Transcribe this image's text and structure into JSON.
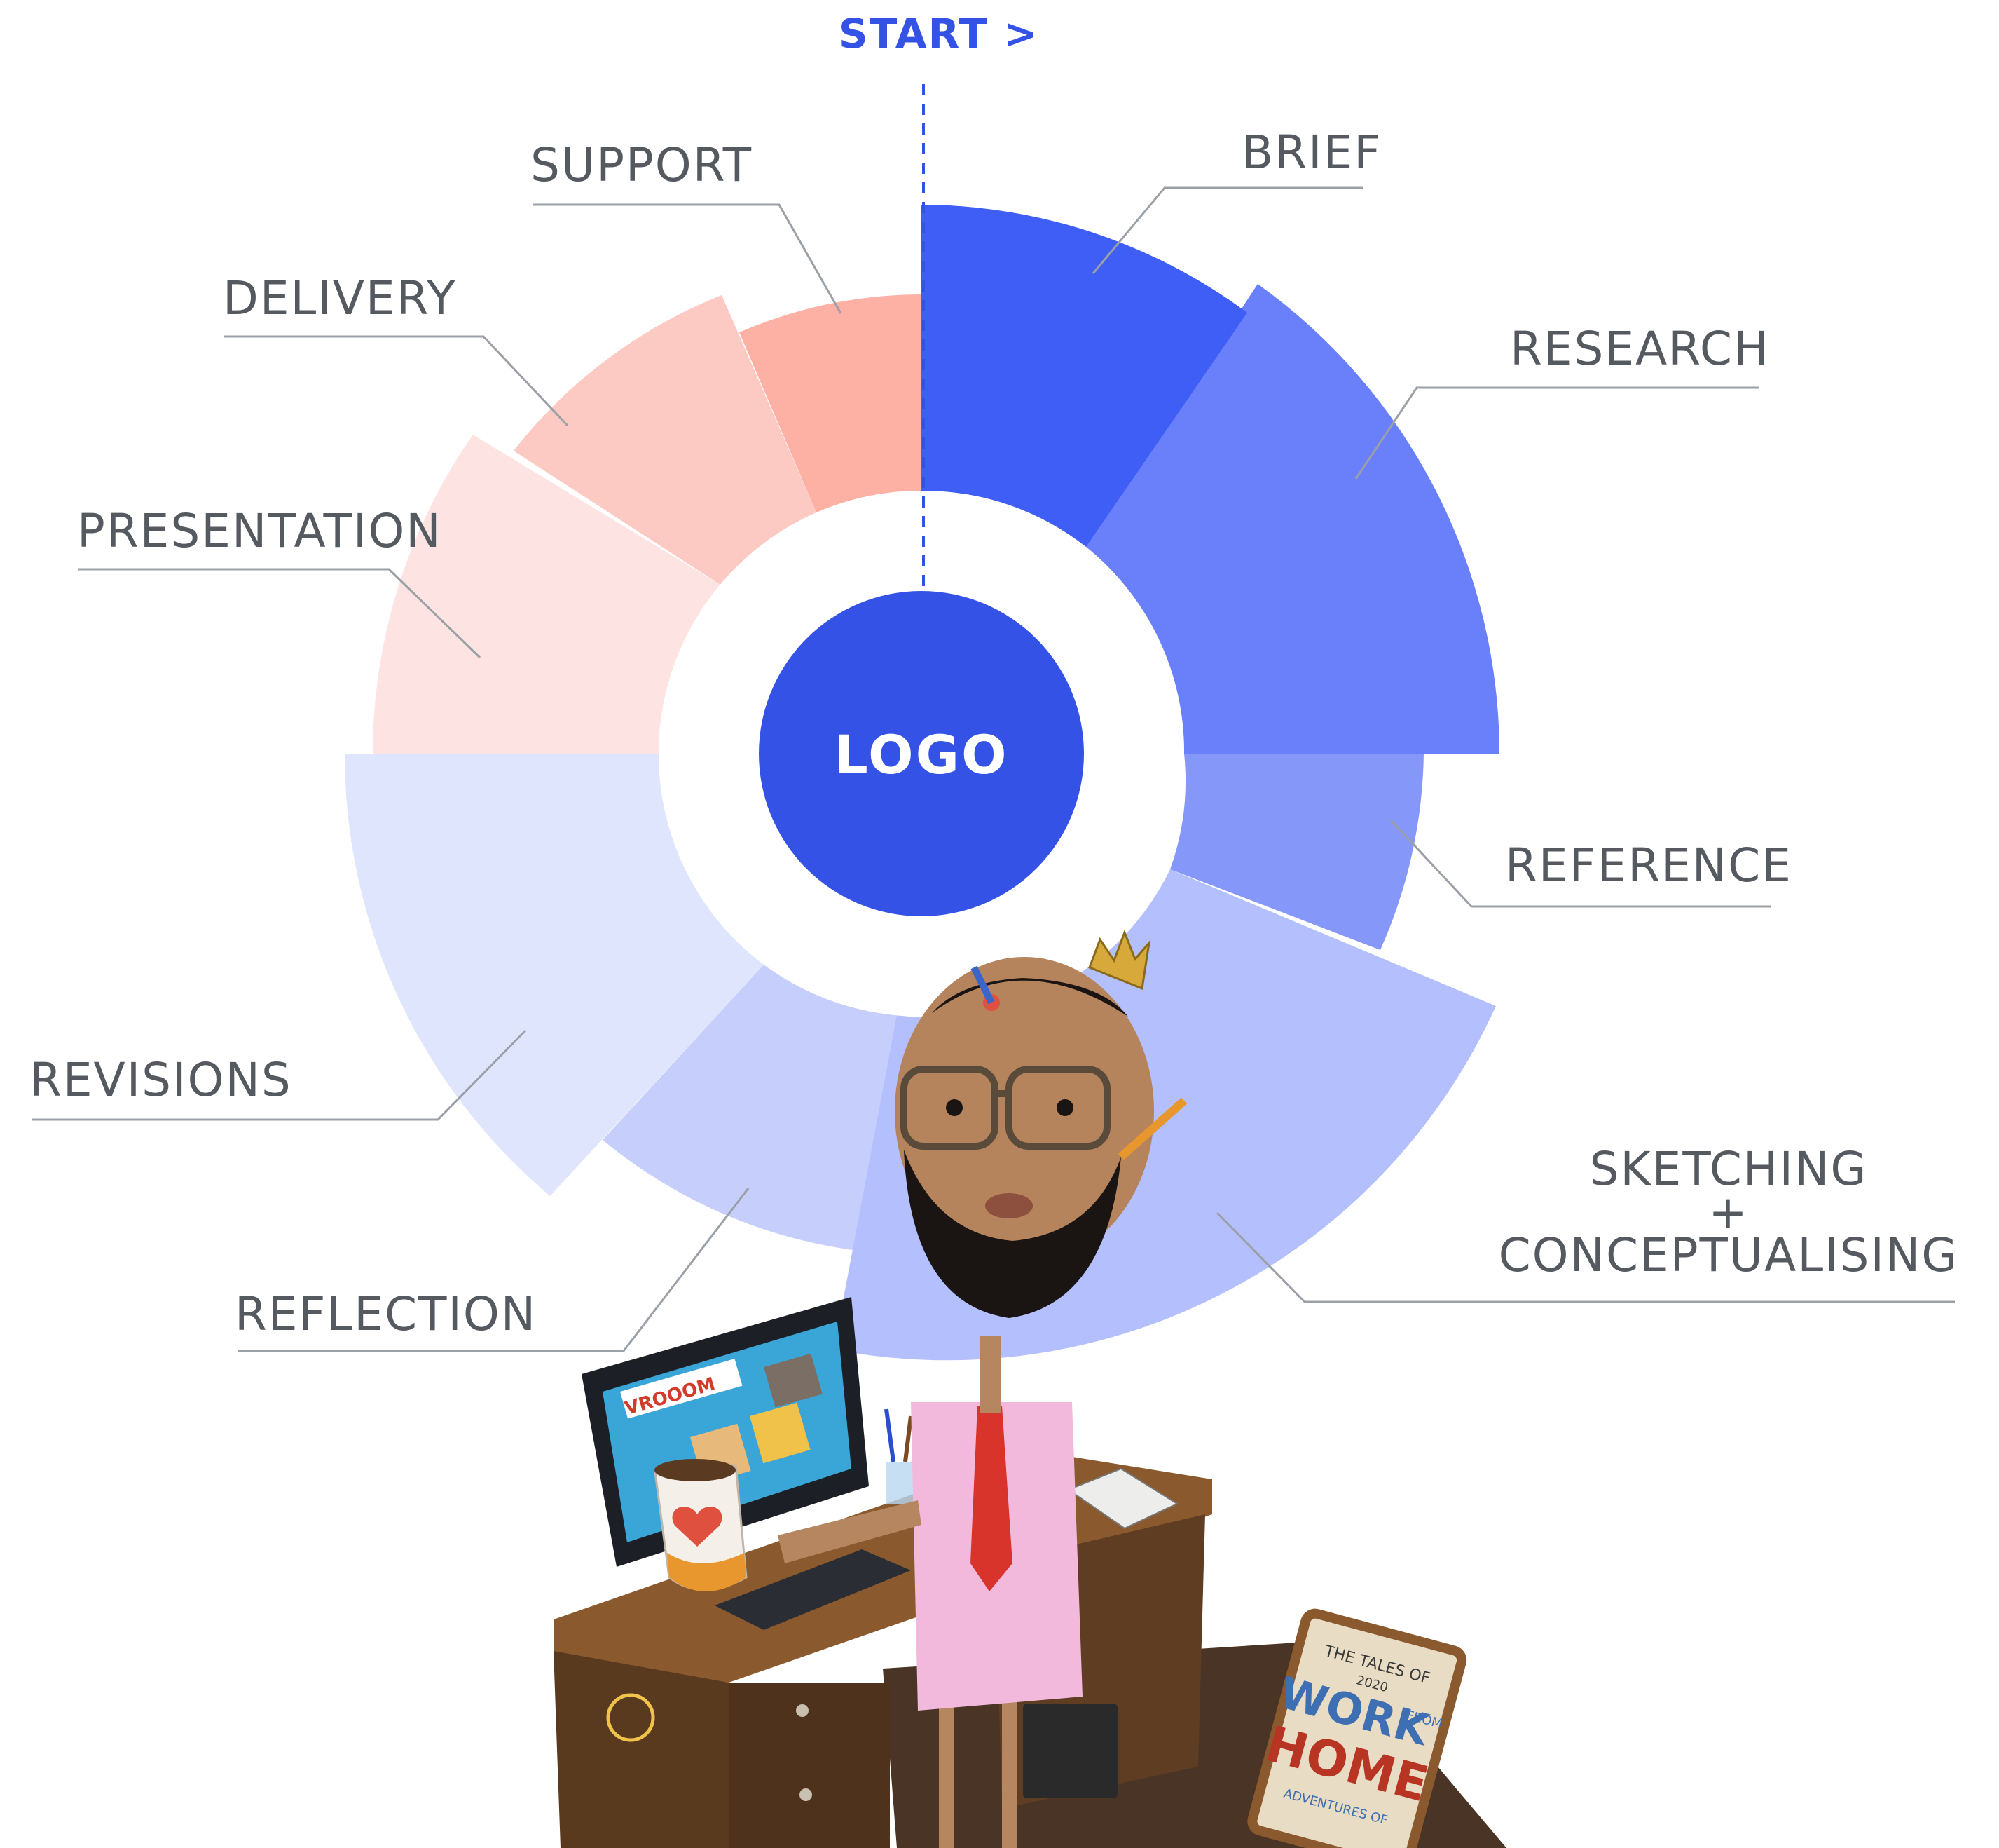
{
  "start_label": "START >",
  "center_label": "LOGO",
  "segments": [
    {
      "label": "BRIEF",
      "color": "#3f5ef5"
    },
    {
      "label": "RESEARCH",
      "color": "#6a80fb"
    },
    {
      "label": "REFERENCE",
      "color": "#8697fa"
    },
    {
      "label": "SKETCHING",
      "color": "#b4c0fd"
    },
    {
      "label": "+",
      "color": "#b4c0fd"
    },
    {
      "label": "CONCEPTUALISING",
      "color": "#b4c0fd"
    },
    {
      "label": "REFLECTION",
      "color": "#c6cffc"
    },
    {
      "label": "REVISIONS",
      "color": "#dfe5fd"
    },
    {
      "label": "PRESENTATION",
      "color": "#fde4e2"
    },
    {
      "label": "DELIVERY",
      "color": "#fdc9c3"
    },
    {
      "label": "SUPPORT",
      "color": "#fdb1a4"
    }
  ],
  "colors": {
    "accent": "#3453e6",
    "center": "#3453e6",
    "leader": "#9aa0a6"
  },
  "illustration": {
    "monitor_caption": "VROOOM",
    "book_line1": "THE TALES OF",
    "book_year": "2020",
    "book_line2": "WORK",
    "book_line3": "FROM",
    "book_line4": "HOME",
    "book_line5": "ADVENTURES OF"
  }
}
